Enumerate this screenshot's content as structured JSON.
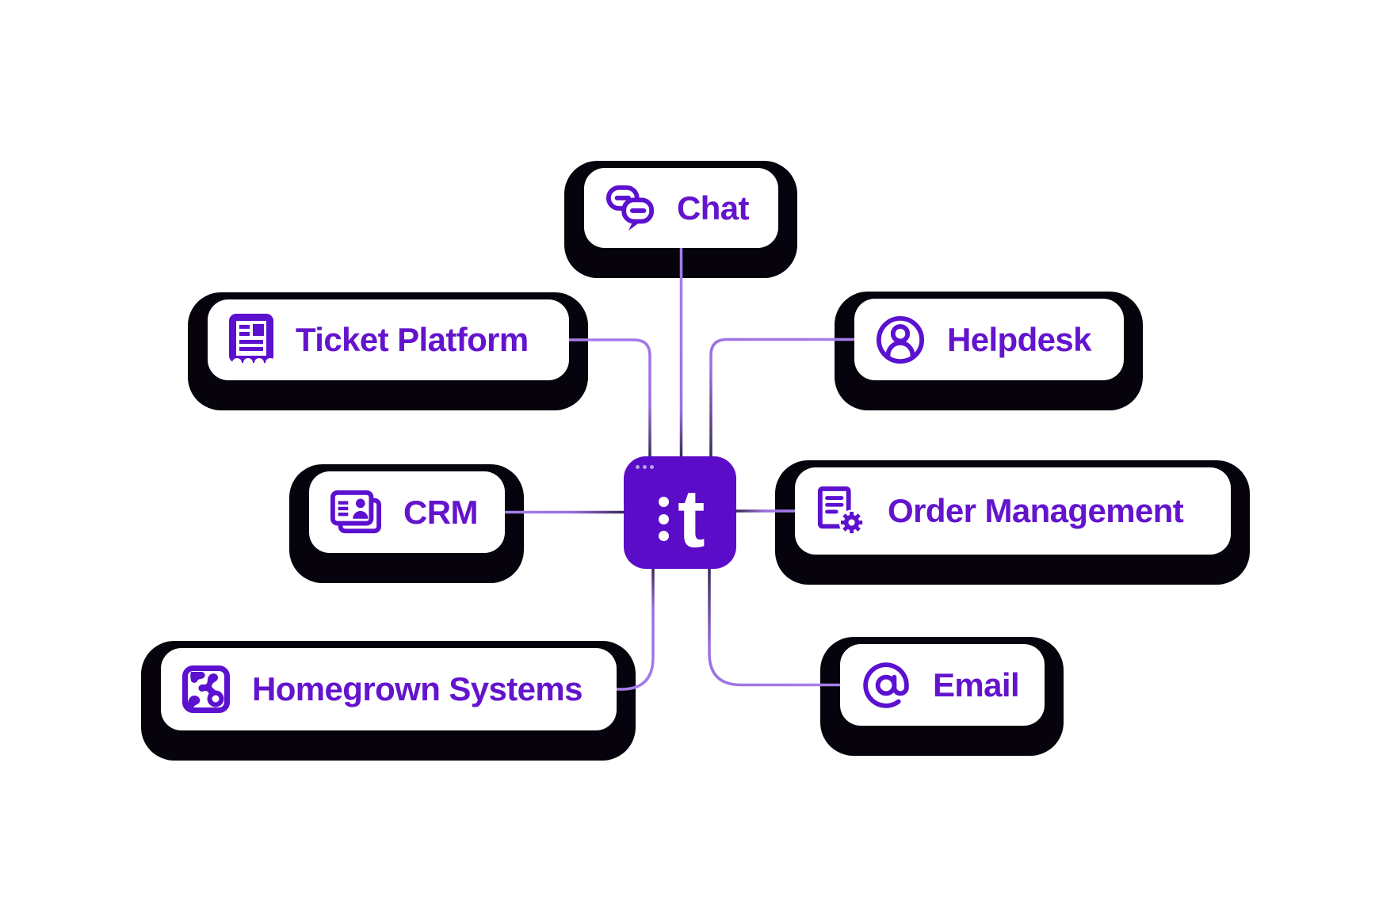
{
  "hub": {
    "logo_text": "t",
    "window_dots_count": 3
  },
  "nodes": [
    {
      "id": "chat",
      "label": "Chat",
      "icon": "chat-bubbles-icon"
    },
    {
      "id": "ticket-platform",
      "label": "Ticket Platform",
      "icon": "receipt-ticket-icon"
    },
    {
      "id": "helpdesk",
      "label": "Helpdesk",
      "icon": "user-circle-icon"
    },
    {
      "id": "crm",
      "label": "CRM",
      "icon": "contact-cards-icon"
    },
    {
      "id": "order-management",
      "label": "Order Management",
      "icon": "document-gear-icon"
    },
    {
      "id": "homegrown-systems",
      "label": "Homegrown Systems",
      "icon": "organic-circuit-icon"
    },
    {
      "id": "email",
      "label": "Email",
      "icon": "at-sign-icon"
    }
  ],
  "colors": {
    "label_text": "#6414cd",
    "icon_purple": "#5c10d0",
    "hub_background": "#5a0cc8",
    "connector_light": "#a77fec",
    "connector_dark": "#3a2b56",
    "card_shadow": "#06030d",
    "background": "#ffffff"
  }
}
